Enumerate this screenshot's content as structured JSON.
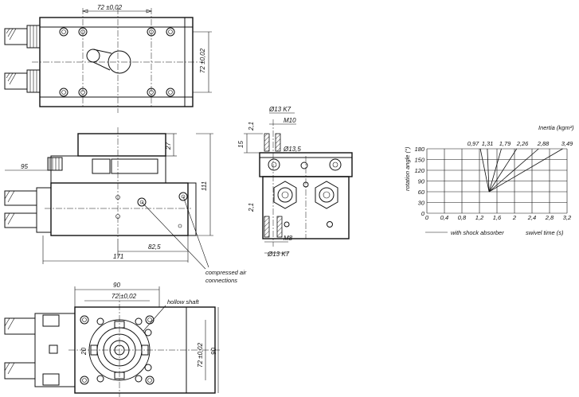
{
  "dimensions": {
    "top_width": "72 ±0,02",
    "top_height": "72 ±0,02",
    "side_height_top": "27",
    "side_height_total": "111",
    "side_left": "95",
    "side_inner": "82,5",
    "side_total": "171",
    "front_bore_top": "Ø13 K7",
    "front_thread_top": "M10",
    "front_bore_mid": "Ø13,5",
    "front_gap_top": "2,1",
    "front_depth": "15",
    "front_gap_bottom": "2,1",
    "front_thread_bottom": "M8",
    "front_bore_bottom": "Ø13 K7",
    "bottom_width": "90",
    "bottom_inner": "72 ±0,02",
    "bottom_height": "90",
    "bottom_inner_h": "72 ±0,02",
    "bottom_shaft": "20"
  },
  "annotations": {
    "compressed_air": [
      "compressed air",
      "connections"
    ],
    "hollow_shaft": "hollow shaft"
  },
  "chart_data": {
    "type": "line",
    "title": "Inertia (kgm²)",
    "xlabel": "swivel time (s)",
    "ylabel": "rotation angle (°)",
    "x_ticks": [
      "0",
      "0,4",
      "0,8",
      "1,2",
      "1,6",
      "2",
      "2,4",
      "2,8",
      "3,2"
    ],
    "y_ticks": [
      "0",
      "30",
      "60",
      "90",
      "120",
      "150",
      "180"
    ],
    "xlim": [
      0,
      3.2
    ],
    "ylim": [
      0,
      180
    ],
    "inertia_labels": [
      "0,97",
      "1,31",
      "1,79",
      "2,26",
      "2,88",
      "3,49"
    ],
    "series": [
      {
        "inertia": 0.97,
        "x": [
          1.42,
          1.22
        ],
        "y": [
          60,
          180
        ]
      },
      {
        "inertia": 1.31,
        "x": [
          1.42,
          1.38
        ],
        "y": [
          60,
          180
        ]
      },
      {
        "inertia": 1.79,
        "x": [
          1.42,
          1.7
        ],
        "y": [
          60,
          180
        ]
      },
      {
        "inertia": 2.26,
        "x": [
          1.42,
          2.05
        ],
        "y": [
          60,
          180
        ]
      },
      {
        "inertia": 2.88,
        "x": [
          1.42,
          2.55
        ],
        "y": [
          60,
          180
        ]
      },
      {
        "inertia": 3.49,
        "x": [
          1.42,
          3.1
        ],
        "y": [
          60,
          180
        ]
      }
    ],
    "legend": "with shock absorber",
    "legend_position": "bottom-left",
    "grid": true
  }
}
